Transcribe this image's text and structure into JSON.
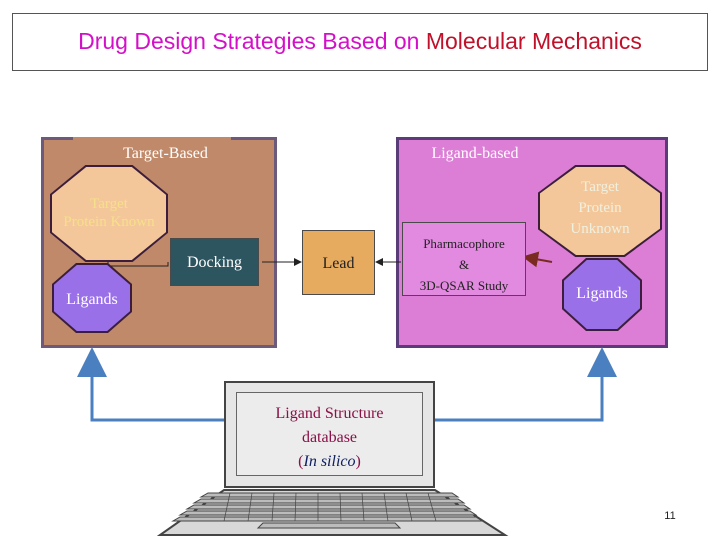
{
  "title": {
    "part1": "Drug Design Strategies Based on ",
    "part2": "Molecular Mechanics"
  },
  "panels": {
    "target_based": "Target-Based",
    "ligand_based": "Ligand-based"
  },
  "nodes": {
    "target_protein_known": [
      "Target",
      "Protein Known"
    ],
    "target_protein_unknown": [
      "Target",
      "Protein",
      "Unknown"
    ],
    "ligands_left": "Ligands",
    "ligands_right": "Ligands",
    "docking": "Docking",
    "lead": "Lead",
    "pharmacophore": [
      "Pharmacophore",
      "&",
      "3D-QSAR Study"
    ]
  },
  "database": {
    "line1": "Ligand Structure",
    "line2": "database",
    "paren_open": "(",
    "in_silico": "In silico",
    "paren_close": ")"
  },
  "page_number": "11",
  "colors": {
    "title_primary": "#d40fc8",
    "title_secondary": "#c0102a",
    "target_panel": "#c08a6a",
    "ligand_panel": "#dc7ed6",
    "protein_node": "#f3c79a",
    "ligand_node": "#9a70e8",
    "docking": "#2c5560",
    "lead": "#e6ab5e",
    "pharmacophore": "#e28ae0",
    "arrow_blue": "#4a7fc0",
    "arrow_brown": "#7a2a20"
  }
}
